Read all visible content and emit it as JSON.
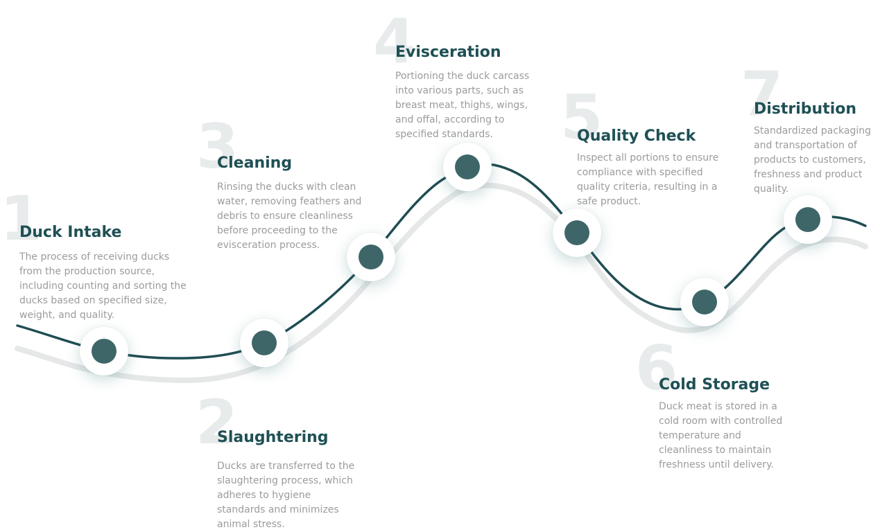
{
  "colors": {
    "curve": "#1f4d52",
    "curve_shadow": "#e6e8e8",
    "node_dot": "#3e6669",
    "title": "#1f5055",
    "text": "#9b9b9b",
    "number": "#e8ebeb"
  },
  "steps": [
    {
      "number": "1",
      "title": "Duck Intake",
      "description": "The process of receiving ducks from the production source, including counting and sorting the ducks based on specified size, weight, and quality."
    },
    {
      "number": "2",
      "title": "Slaughtering",
      "description": "Ducks are transferred to the slaughtering process, which adheres to hygiene standards and minimizes animal stress."
    },
    {
      "number": "3",
      "title": "Cleaning",
      "description": "Rinsing the ducks with clean water, removing feathers and debris to ensure cleanliness before proceeding to the evisceration process."
    },
    {
      "number": "4",
      "title": "Evisceration",
      "description": "Portioning the duck carcass into various parts, such as breast meat, thighs, wings, and offal, according to specified standards."
    },
    {
      "number": "5",
      "title": "Quality Check",
      "description": "Inspect all portions to ensure compliance with specified quality criteria, resulting in a safe product."
    },
    {
      "number": "6",
      "title": "Cold Storage",
      "description": "Duck meat is stored in a cold room with controlled temperature and cleanliness to maintain freshness until delivery."
    },
    {
      "number": "7",
      "title": "Distribution",
      "description": "Standardized packaging and transportation of products to customers, freshness and product quality."
    }
  ]
}
